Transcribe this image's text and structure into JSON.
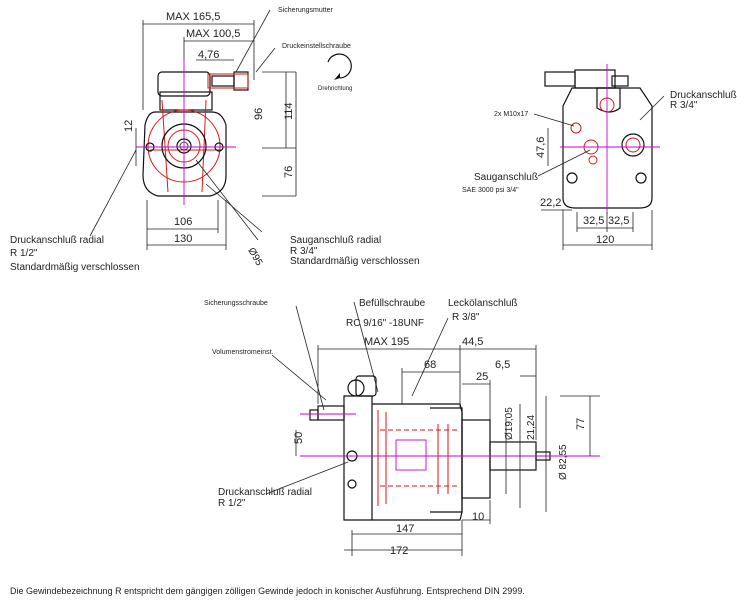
{
  "front": {
    "max_width": "MAX 165,5",
    "max_shaft": "MAX 100,5",
    "offset": "4,76",
    "locking_nut": "Sicherungsmutter",
    "pressure_screw": "Druckeinstellschraube",
    "rotation": "Drehrichtung",
    "h96": "96",
    "h114": "114",
    "h76": "76",
    "h12": "12",
    "w106": "106",
    "w130": "130",
    "d95": "Ø95",
    "pressure_radial": "Druckanschluß radial",
    "pressure_radial_thread": "R 1/2\"",
    "standard_closed": "Standardmäßig verschlossen",
    "suction_radial": "Sauganschluß radial",
    "suction_radial_thread": "R 3/4\"",
    "standard_closed_2": "Standardmäßig verschlossen"
  },
  "rear": {
    "bolts": "2x M10x17",
    "pressure_port": "Druckanschluß",
    "pressure_port_thread": "R 3/4\"",
    "h47": "47,6",
    "suction_port": "Sauganschluß",
    "sae": "SAE 3000 psi 3/4\"",
    "d22": "22,2",
    "d32a": "32,5",
    "d32b": "32,5",
    "w120": "120"
  },
  "side": {
    "locking_screw": "Sicherungsschraube",
    "volume_limit": "Volumenstromeinst.",
    "fill_screw": "Befüllschraube",
    "fill_thread": "RC 9/16\" -18UNF",
    "leak_oil": "Leckölanschluß",
    "leak_oil_thread": "R 3/8\"",
    "max195": "MAX 195",
    "d44": "44,5",
    "d68": "68",
    "d6_5": "6,5",
    "d25": "25",
    "h50": "50",
    "d19": "Ø19,05",
    "d21": "21,24",
    "d82": "Ø 82,55",
    "h77": "77",
    "pressure_radial": "Druckanschluß radial",
    "pressure_radial_thread": "R 1/2\"",
    "d10": "10",
    "d147": "147",
    "d172": "172"
  },
  "footnote": "Die Gewindebezeichnung R entspricht dem gängigen zölligen Gewinde jedoch in konischer Ausführung. Entsprechend DIN 2999."
}
